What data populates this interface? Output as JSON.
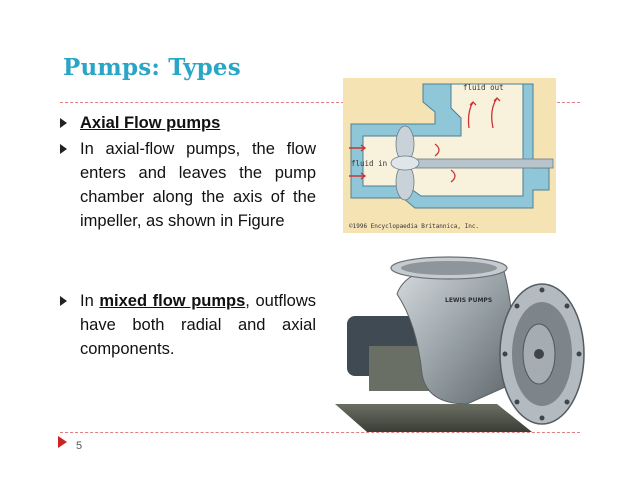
{
  "slide": {
    "title": "Pumps: Types",
    "bullets": [
      {
        "text": "Axial Flow pumps"
      },
      {
        "text": "In axial-flow pumps, the flow enters and leaves the pump chamber along the axis of the impeller, as shown in Figure"
      },
      {
        "before": "In ",
        "emphasis": "mixed flow pumps",
        "after": ", outflows have both radial and axial components."
      }
    ],
    "page_number": "5"
  },
  "axial_diagram": {
    "label_fluid_out": "fluid out",
    "label_fluid_in": "fluid in",
    "credit": "©1996 Encyclopaedia Britannica, Inc.",
    "colors": {
      "background": "#f6e3b4",
      "casing": "#8fc7d9",
      "flow_arrow": "#cc3333"
    }
  },
  "mixed_flow_photo": {
    "nameplate": "LEWIS PUMPS"
  },
  "colors": {
    "title": "#2aa5c6",
    "divider": "#e08080",
    "marker": "#cc2222"
  }
}
